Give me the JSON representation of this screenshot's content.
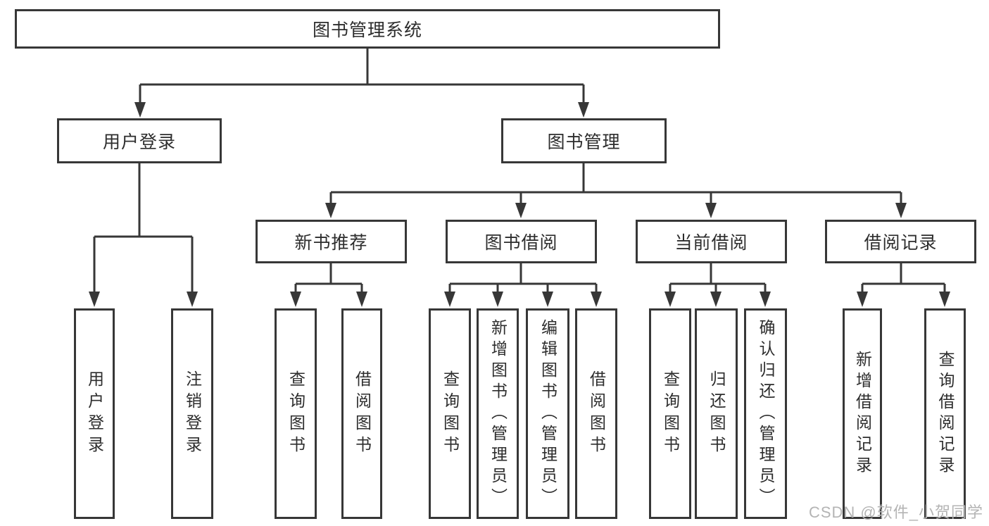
{
  "diagram": {
    "root": "图书管理系统",
    "level2": [
      "用户登录",
      "图书管理"
    ],
    "level3": [
      "新书推荐",
      "图书借阅",
      "当前借阅",
      "借阅记录"
    ],
    "user_login_children": [
      "用户登录",
      "注销登录"
    ],
    "new_book_children": [
      "查询图书",
      "借阅图书"
    ],
    "book_borrow_children": [
      "查询图书",
      "新增图书（管理员）",
      "编辑图书（管理员）",
      "借阅图书"
    ],
    "current_borrow_children": [
      "查询图书",
      "归还图书",
      "确认归还（管理员）"
    ],
    "records_children": [
      "新增借阅记录",
      "查询借阅记录"
    ],
    "watermark": "CSDN @软件_小贺同学",
    "colors": {
      "line": "#373737",
      "text": "#2d2d2d",
      "watermark": "#b4b4b4"
    }
  }
}
